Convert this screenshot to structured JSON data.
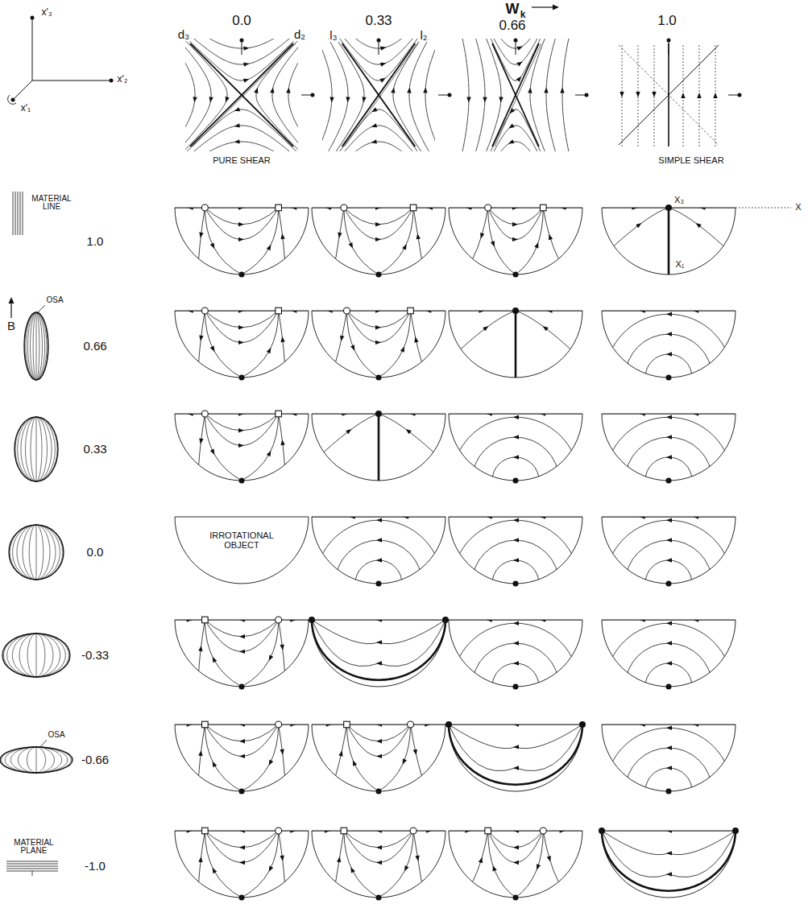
{
  "diagram": {
    "labels": [
      "x′₃",
      "W",
      "k",
      "0.0",
      "0.33",
      "0.66",
      "1.0",
      "d₃",
      "d₂",
      "l₃",
      "l₂",
      "x′₂",
      "x′₁",
      "PURE SHEAR",
      "SIMPLE SHEAR",
      "MATERIAL LINE",
      "1.0",
      "X",
      "X₃",
      "X₁",
      "OSA",
      "B",
      "0.66",
      "0.33",
      "IRROTATIONAL OBJECT",
      "0.0",
      "-0.33",
      "OSA",
      "-0.66",
      "MATERIAL PLANE",
      "-1.0"
    ]
  }
}
